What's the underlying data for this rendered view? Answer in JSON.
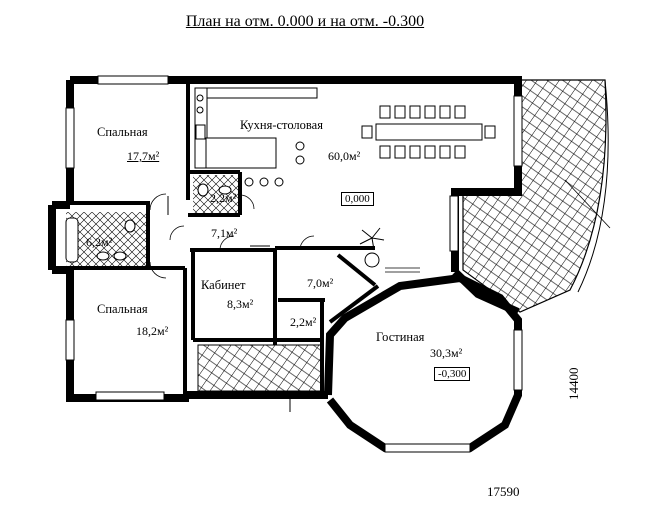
{
  "title": "План на отм. 0.000 и на отм. -0.300",
  "rooms": {
    "bedroom1": {
      "name": "Спальная",
      "area": "17,7м²"
    },
    "kitchen": {
      "name": "Кухня-столовая",
      "area": "60,0м²"
    },
    "wc1": {
      "area": "2,2м²"
    },
    "bath": {
      "area": "6,2м²"
    },
    "hall": {
      "area": "7,1м²"
    },
    "bedroom2": {
      "name": "Спальная",
      "area": "18,2м²"
    },
    "cabinet": {
      "name": "Кабинет",
      "area": "8,3м²"
    },
    "corridor": {
      "area": "7,0м²"
    },
    "wc2": {
      "area": "2,2м²"
    },
    "living": {
      "name": "Гостиная",
      "area": "30,3м²"
    }
  },
  "levels": {
    "main": "0,000",
    "living": "-0,300"
  },
  "dimensions": {
    "width": "17590",
    "height": "14400"
  }
}
